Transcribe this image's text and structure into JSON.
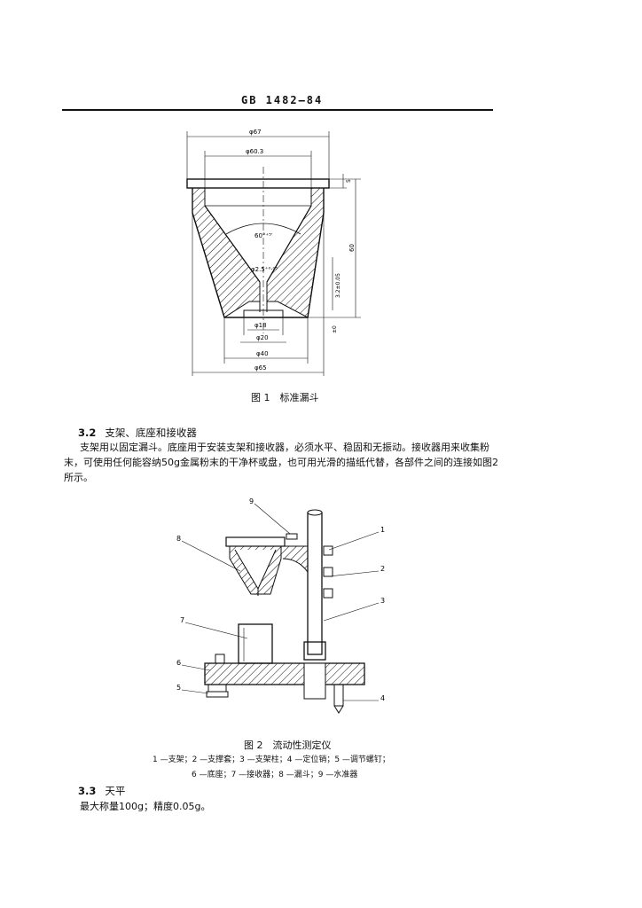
{
  "header": {
    "standard": "GB 1482—84"
  },
  "figure1": {
    "dims": {
      "d67": "φ67",
      "d60": "φ60.3",
      "d18": "φ18",
      "d20": "φ20",
      "d40": "φ40",
      "d65": "φ65",
      "h60": "60",
      "h5": "5",
      "angle": "60°⁺⁵′",
      "bore": "φ2.5⁺⁰·⁰⁵",
      "side1": "3.2±0.05",
      "side2": "±0"
    },
    "caption": "图 1　标准漏斗"
  },
  "section32": {
    "number": "3.2",
    "title": "支架、底座和接收器",
    "para_lines": [
      "支架用以固定漏斗。底座用于安装支架和接收器，必须水平、稳固和无振动。接收器用来收集粉",
      "末，可使用任何能容纳50g金属粉末的干净杯或盘，也可用光滑的描纸代替，各部件之间的连接如图2",
      "所示。"
    ]
  },
  "figure2": {
    "callouts": [
      "9",
      "8",
      "1",
      "2",
      "3",
      "7",
      "6",
      "5",
      "4"
    ],
    "caption": "图 2　流动性测定仪",
    "legend_line1": "1 —支架；2 —支撑套；3 —支架柱；4 —定位销；5 —调节螺钉；",
    "legend_line2": "6 —底座；7 —接收器；8 —漏斗；9 —水准器"
  },
  "section33": {
    "number": "3.3",
    "title": "天平",
    "para": "最大称量100g；精度0.05g。"
  }
}
